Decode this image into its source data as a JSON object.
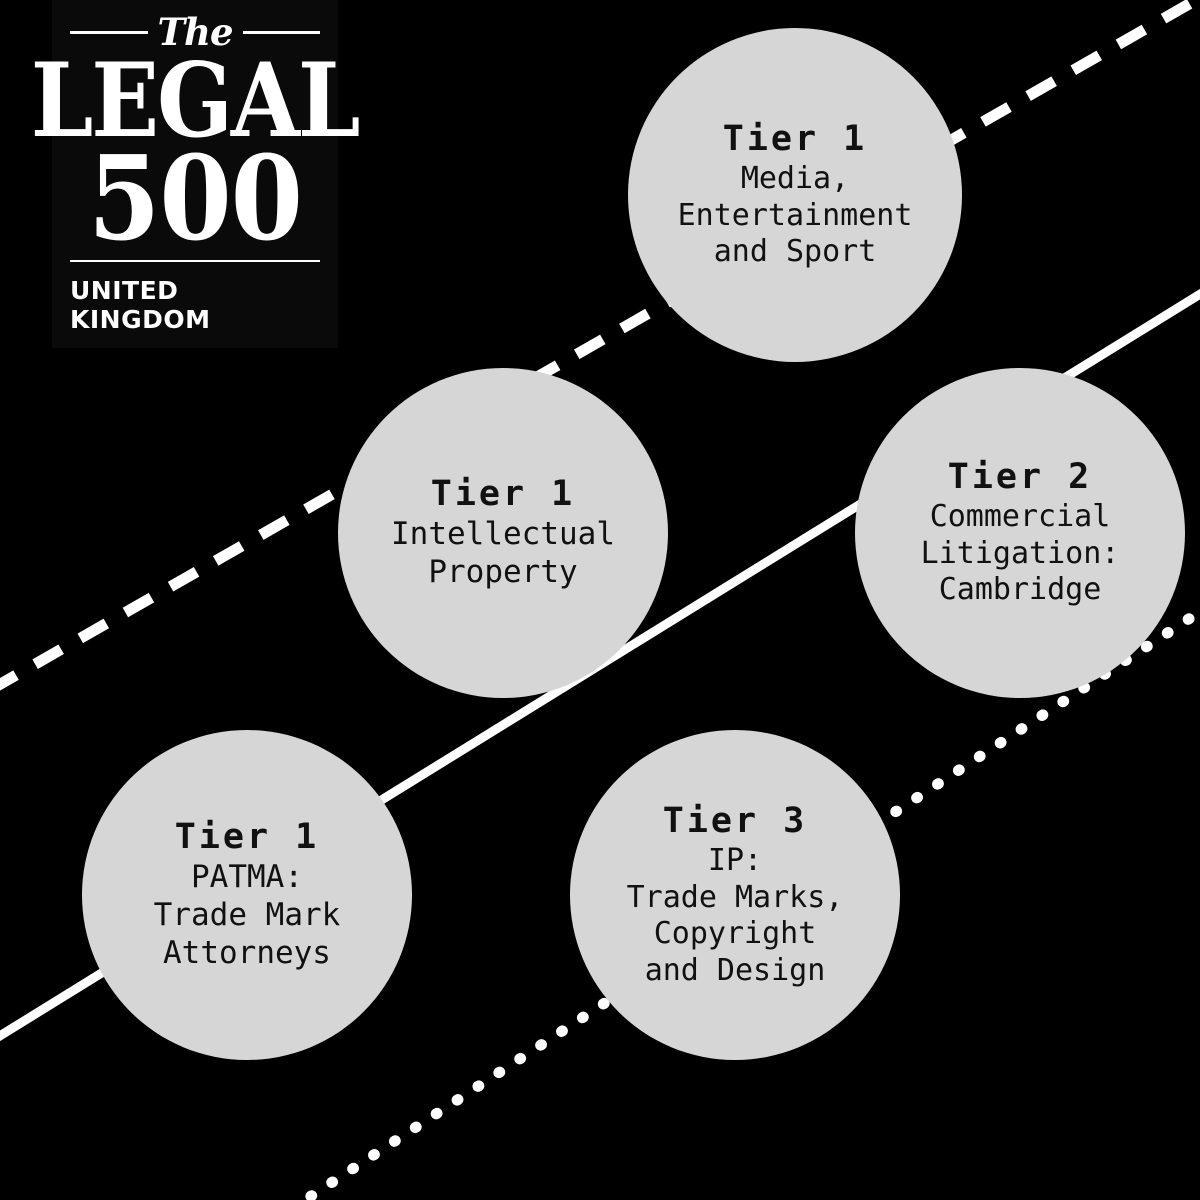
{
  "logo": {
    "the": "The",
    "wordmark": "LEGAL",
    "number": "500",
    "country": "UNITED KINGDOM"
  },
  "colors": {
    "background": "#000000",
    "bubble_fill": "#d6d6d6",
    "bubble_text": "#111111",
    "line": "#ffffff"
  },
  "bubbles": [
    {
      "id": "media",
      "tier": "Tier 1",
      "practice": "Media,\nEntertainment\nand Sport"
    },
    {
      "id": "intellectual-property",
      "tier": "Tier 1",
      "practice": "Intellectual\nProperty"
    },
    {
      "id": "commercial-litigation",
      "tier": "Tier 2",
      "practice": "Commercial\nLitigation:\nCambridge"
    },
    {
      "id": "patma",
      "tier": "Tier 1",
      "practice": "PATMA:\nTrade Mark\nAttorneys"
    },
    {
      "id": "trade-marks",
      "tier": "Tier 3",
      "practice": "IP:\nTrade Marks,\nCopyright\nand Design"
    }
  ],
  "lines": [
    {
      "id": "dashed-line",
      "style": "dashed"
    },
    {
      "id": "solid-line",
      "style": "solid"
    },
    {
      "id": "dotted-line",
      "style": "dotted"
    }
  ]
}
